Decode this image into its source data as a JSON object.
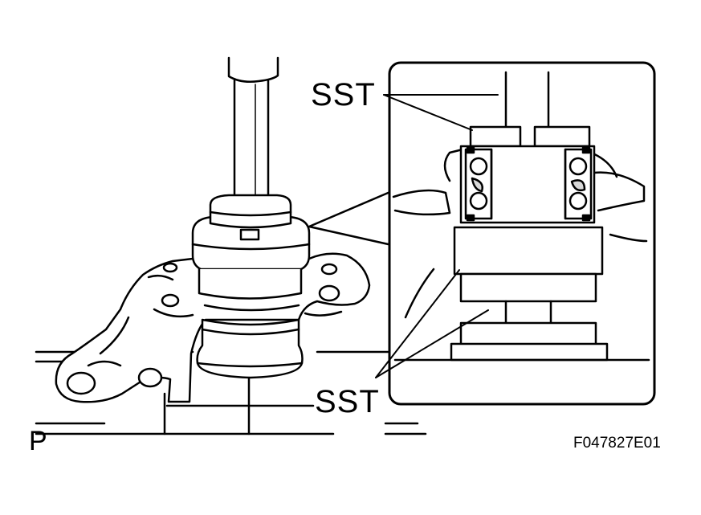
{
  "labels": {
    "sst_top": "SST",
    "sst_bottom": "SST",
    "view_code": "P",
    "figure_code": "F047827E01"
  },
  "colors": {
    "ink": "#000000",
    "paper": "#ffffff",
    "shade": "#d8d8d8"
  }
}
